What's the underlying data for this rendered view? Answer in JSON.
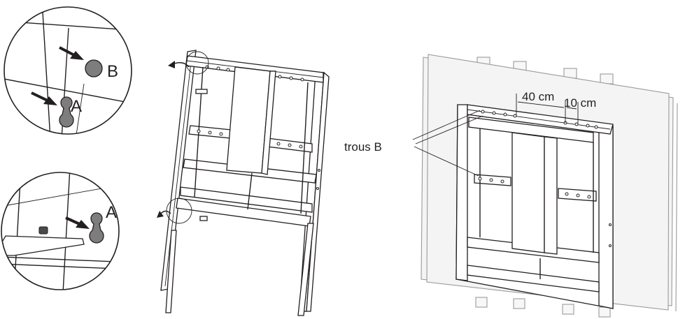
{
  "labels": {
    "detail_top_marker_b": "B",
    "detail_top_marker_a": "A",
    "detail_bottom_marker_a": "A",
    "holes_label": "trous B",
    "dim_left": "40 cm",
    "dim_right": "10 cm"
  },
  "colors": {
    "line": "#231f20",
    "keyhole_fill": "#7d7d7d",
    "arrow_fill": "#231f20",
    "wall_line": "#9a9a9a"
  }
}
